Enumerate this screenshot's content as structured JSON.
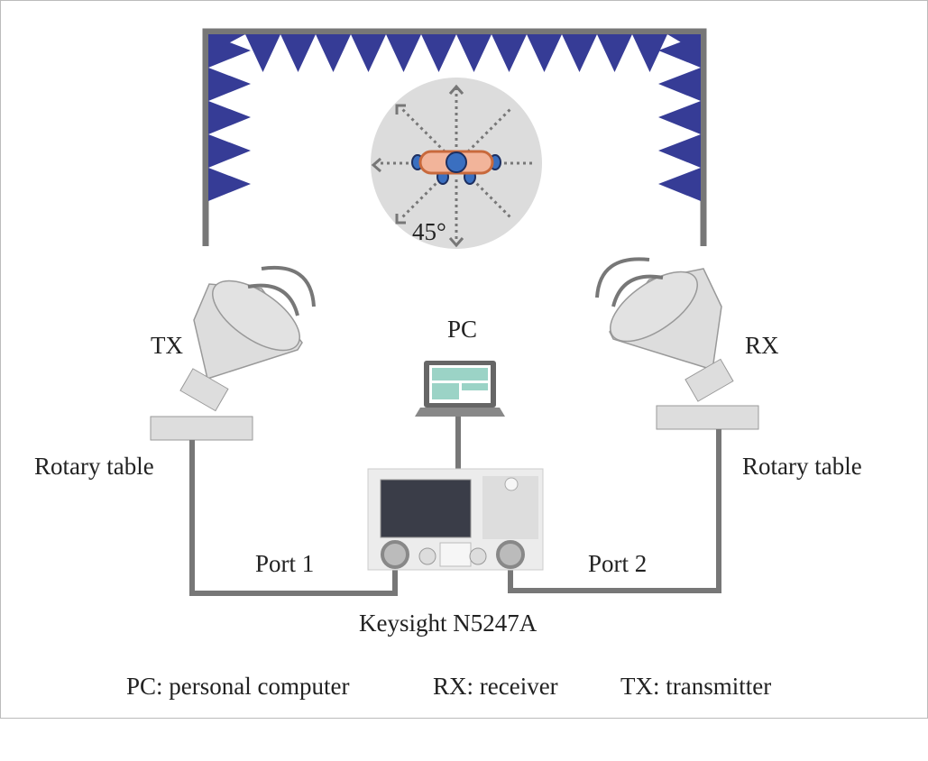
{
  "labels": {
    "tx": "TX",
    "rx": "RX",
    "pc": "PC",
    "rotary_left": "Rotary table",
    "rotary_right": "Rotary table",
    "port1": "Port 1",
    "port2": "Port 2",
    "instrument": "Keysight N5247A",
    "angle": "45°"
  },
  "legend": {
    "pc": "PC: personal computer",
    "rx": "RX: receiver",
    "tx": "TX: transmitter"
  },
  "colors": {
    "absorber": "#363c96",
    "wall": "#777777",
    "dut": "#f2b49a",
    "dut_border": "#c8693c",
    "antenna_element": "#3a6fc0",
    "turntable": "#dcdcdc",
    "screen": "#9bd3c6"
  }
}
